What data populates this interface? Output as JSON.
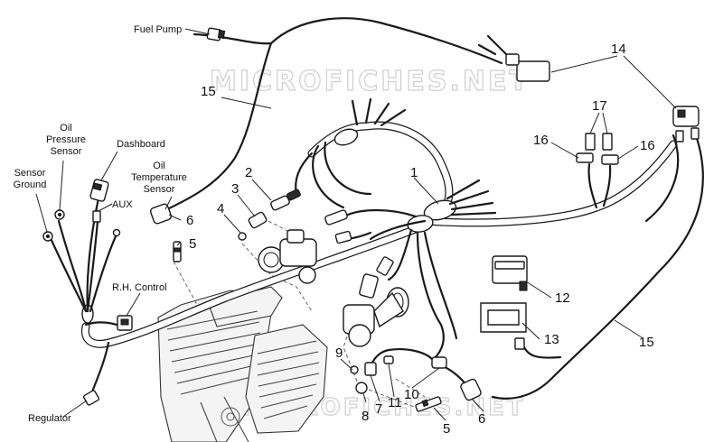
{
  "watermark": "MICROFICHES.NET",
  "labels": {
    "fuel_pump": "Fuel Pump",
    "oil_pressure_sensor": [
      "Oil",
      "Pressure",
      "Sensor"
    ],
    "dashboard": "Dashboard",
    "sensor_ground": [
      "Sensor",
      "Ground"
    ],
    "aux": "AUX",
    "oil_temperature_sensor": [
      "Oil",
      "Temperature",
      "Sensor"
    ],
    "rh_control": "R.H. Control",
    "regulator": "Regulator"
  },
  "callouts": {
    "c1": "1",
    "c2": "2",
    "c3": "3",
    "c4": "4",
    "c5a": "5",
    "c5b": "5",
    "c6a": "6",
    "c6b": "6",
    "c7": "7",
    "c8": "8",
    "c9": "9",
    "c10": "10",
    "c11": "11",
    "c12": "12",
    "c13": "13",
    "c14": "14",
    "c15a": "15",
    "c15b": "15",
    "c16a": "16",
    "c16b": "16",
    "c17": "17"
  }
}
